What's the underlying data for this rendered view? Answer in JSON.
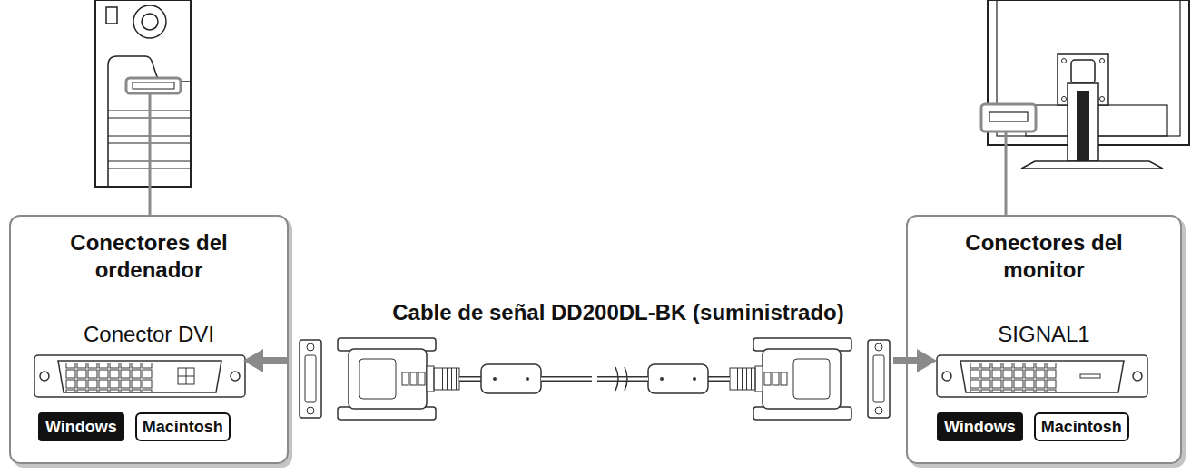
{
  "diagram": {
    "nodes": [
      {
        "text": [
          "Conectores del ordenador",
          "Conector DVI"
        ]
      },
      {
        "text": [
          "Windows"
        ],
        "in": 0
      },
      {
        "text": [
          "Macintosh"
        ],
        "in": 0
      },
      {
        "text": [
          "Conectores del monitor",
          "SIGNAL1"
        ]
      },
      {
        "text": [
          "Windows"
        ],
        "in": 3
      },
      {
        "text": [
          "Macintosh"
        ],
        "in": 3
      }
    ],
    "labels": [
      "Cable de señal DD200DL-BK (suministrado)"
    ]
  }
}
